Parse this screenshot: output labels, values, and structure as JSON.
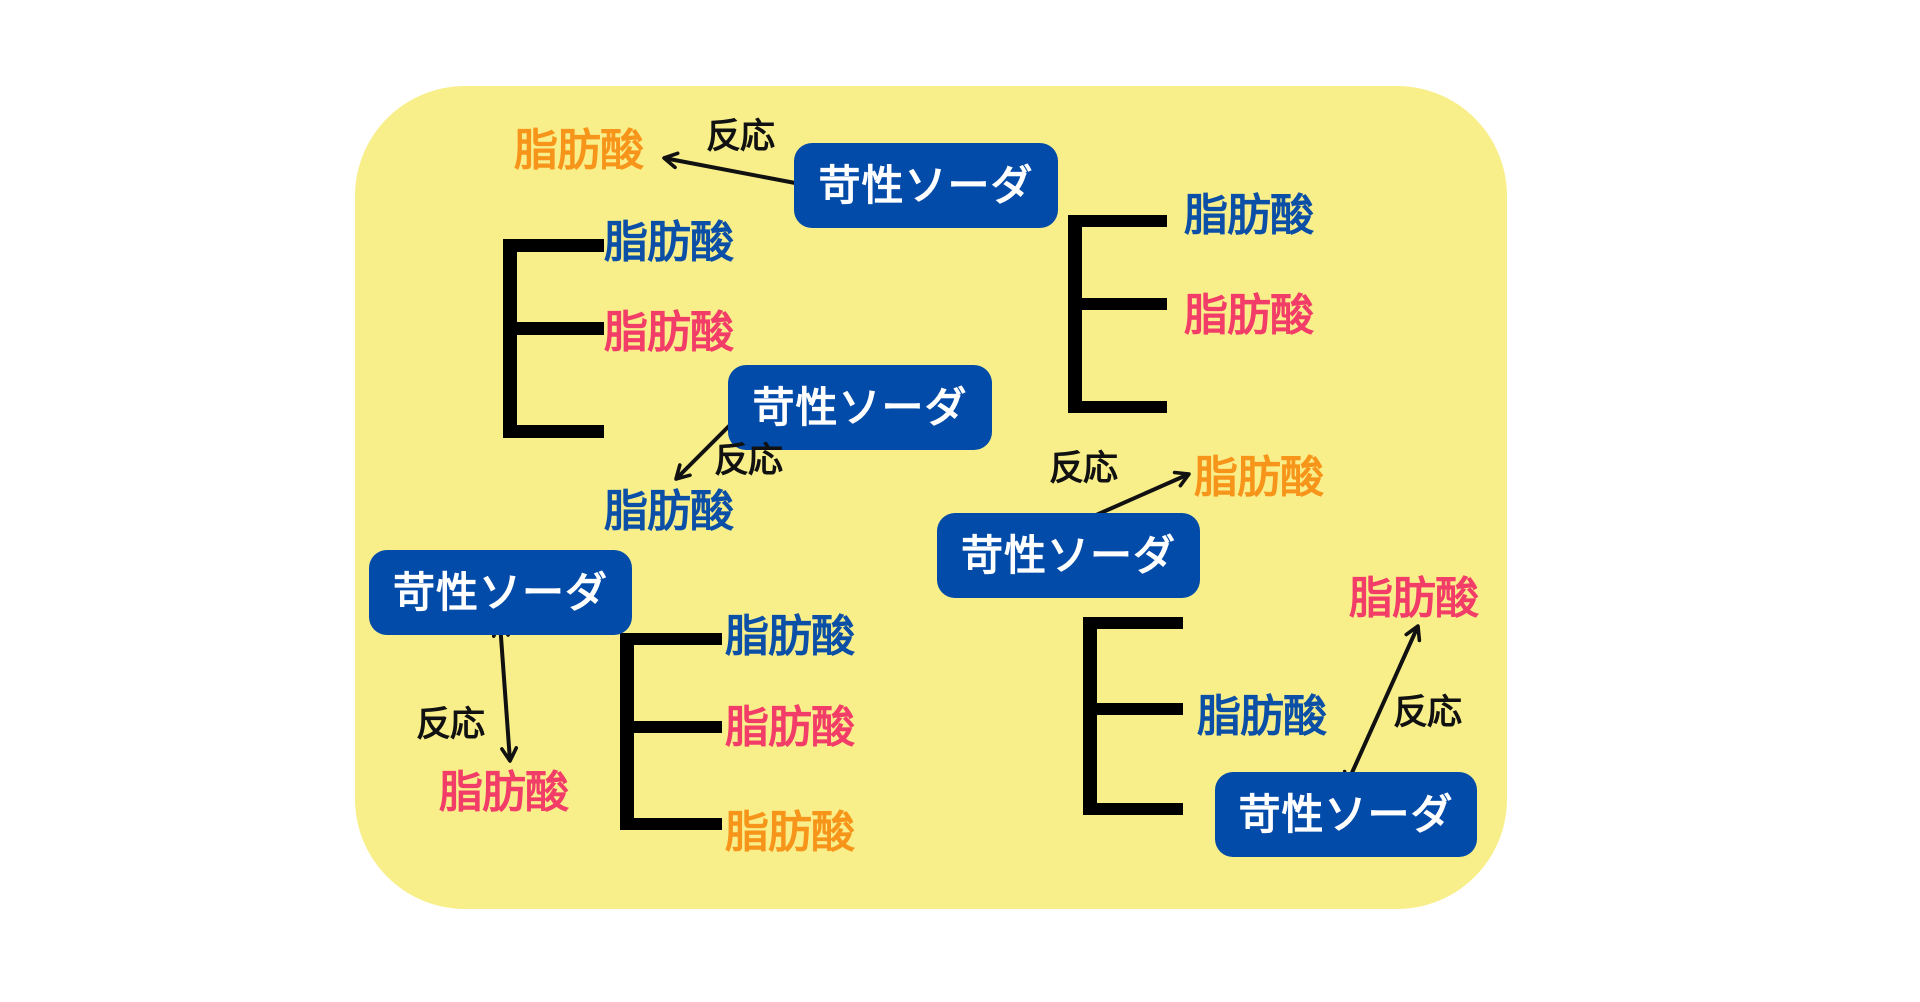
{
  "diagram": {
    "background_color": "#f8ef8b",
    "colors": {
      "box": "#034ba9",
      "blue_text": "#0b4fa6",
      "pink_text": "#f33d69",
      "orange_text": "#f7951b",
      "arrow": "#111111"
    },
    "terms": {
      "fatty_acid": "脂肪酸",
      "caustic_soda": "苛性ソーダ",
      "reaction": "反応"
    },
    "glycerides": [
      {
        "id": "top-left",
        "chains": [
          {
            "label": "脂肪酸",
            "color": "blue"
          },
          {
            "label": "脂肪酸",
            "color": "pink"
          }
        ],
        "detached": {
          "label": "脂肪酸",
          "color": "orange"
        },
        "reagent": "苛性ソーダ",
        "reaction_label": "反応"
      },
      {
        "id": "top-right",
        "chains": [
          {
            "label": "脂肪酸",
            "color": "blue"
          },
          {
            "label": "脂肪酸",
            "color": "pink"
          }
        ],
        "detached": {
          "label": "脂肪酸",
          "color": "blue"
        },
        "reagent": "苛性ソーダ",
        "reaction_label": "反応"
      },
      {
        "id": "bottom-left",
        "chains": [
          {
            "label": "脂肪酸",
            "color": "blue"
          },
          {
            "label": "脂肪酸",
            "color": "pink"
          },
          {
            "label": "脂肪酸",
            "color": "orange"
          }
        ],
        "detached": {
          "label": "脂肪酸",
          "color": "pink"
        },
        "reagent": "苛性ソーダ",
        "reaction_label": "反応"
      },
      {
        "id": "bottom-right",
        "chains": [
          {
            "label": "脂肪酸",
            "color": "blue"
          }
        ],
        "detached": {
          "label": "脂肪酸",
          "color": "orange"
        },
        "reagent": "苛性ソーダ",
        "reaction_label": "反応"
      },
      {
        "id": "bottom-right-2",
        "detached": {
          "label": "脂肪酸",
          "color": "pink"
        },
        "reagent": "苛性ソーダ",
        "reaction_label": "反応"
      }
    ]
  }
}
